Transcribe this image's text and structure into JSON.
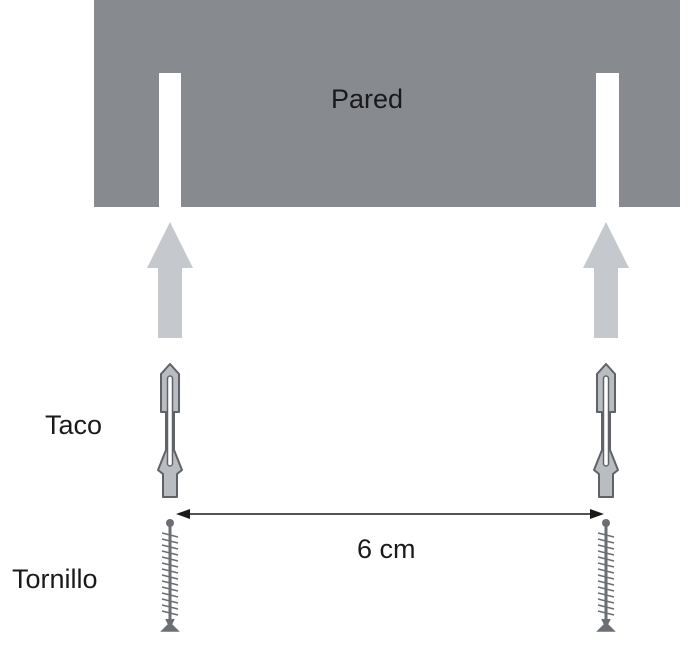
{
  "labels": {
    "wall": "Pared",
    "wall_plug": "Taco",
    "screw": "Tornillo",
    "distance": "6 cm"
  },
  "colors": {
    "wall": "#878a8f",
    "hole": "#ffffff",
    "arrow": "#c5c8cc",
    "plug_fill": "#b9bcc0",
    "plug_stroke": "#5f6368",
    "screw": "#6b6e72",
    "dimension_line": "#1a1a1a",
    "text": "#1a1a1a"
  },
  "icons": [
    "up-arrow-icon",
    "wall-plug-icon",
    "screw-icon"
  ]
}
